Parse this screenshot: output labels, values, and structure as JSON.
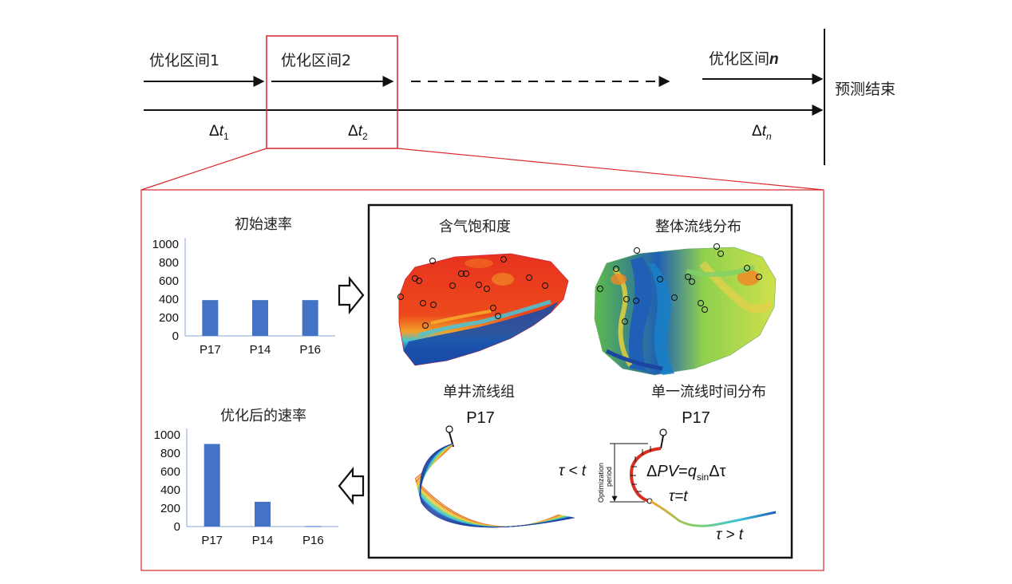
{
  "timeline": {
    "intervals": [
      {
        "prefix": "优化区间",
        "suffix": "1",
        "delta": "Δ",
        "t": "t",
        "sub": "1"
      },
      {
        "prefix": "优化区间",
        "suffix": "2",
        "delta": "Δ",
        "t": "t",
        "sub": "2"
      },
      {
        "prefix": "优化区间",
        "suffix": "n",
        "delta": "Δ",
        "t": "t",
        "sub": "n"
      }
    ],
    "end_label": "预测结束"
  },
  "maps": {
    "gas_saturation_title": "含气饱和度",
    "streamline_title": "整体流线分布",
    "single_well_title": "单井流线组",
    "single_well_name": "P17",
    "time_dist_title": "单一流线时间分布",
    "time_dist_well": "P17",
    "optimization_period": [
      "Optimization",
      "period"
    ],
    "tau_lt": "τ < t",
    "tau_eq": "τ=t",
    "tau_gt": "τ > t",
    "eq_delta": "Δ",
    "eq_pv": "PV",
    "eq_equals": "=",
    "eq_q": "q",
    "eq_sub": "sin",
    "eq_dtau": "Δτ"
  },
  "colors": {
    "frame_red": "#d9272e",
    "bar_blue": "#4472c4"
  },
  "chart_data": [
    {
      "type": "bar",
      "title": "初始速率",
      "categories": [
        "P17",
        "P14",
        "P16"
      ],
      "values": [
        390,
        390,
        390
      ],
      "ylim": [
        0,
        1000
      ],
      "yticks": [
        "0",
        "200",
        "400",
        "600",
        "800",
        "1000"
      ]
    },
    {
      "type": "bar",
      "title": "优化后的速率",
      "categories": [
        "P17",
        "P14",
        "P16"
      ],
      "values": [
        900,
        270,
        5
      ],
      "ylim": [
        0,
        1000
      ],
      "yticks": [
        "0",
        "200",
        "400",
        "600",
        "800",
        "1000"
      ]
    }
  ]
}
